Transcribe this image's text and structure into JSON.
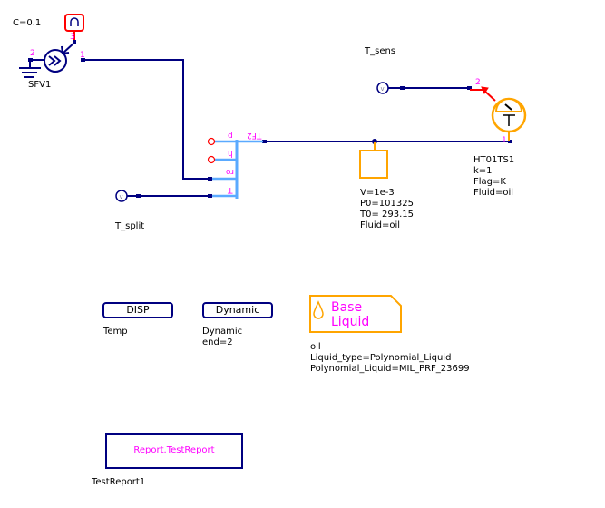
{
  "diagram": {
    "components": {
      "sfv1": {
        "name": "SFV1",
        "param": "C=0.1",
        "pins": {
          "p1": "1",
          "p2": "2",
          "p3": "3"
        }
      },
      "t_split": {
        "name": "T_split",
        "icon": "v"
      },
      "t_sens": {
        "name": "T_sens",
        "icon": "v"
      },
      "tf2": {
        "name": "TF2",
        "ports": [
          "p",
          "h",
          "ro",
          "T"
        ]
      },
      "volume": {
        "params": [
          "V=1e-3",
          "P0=101325",
          "T0= 293.15",
          "Fluid=oil"
        ]
      },
      "ht01ts1": {
        "name": "HT01TS1",
        "params": [
          "k=1",
          "Flag=K",
          "Fluid=oil"
        ],
        "pins": {
          "p1": "1",
          "p2": "2"
        }
      },
      "disp": {
        "label": "DISP",
        "name": "Temp"
      },
      "dynamic": {
        "label": "Dynamic",
        "name": "Dynamic",
        "params": [
          "end=2"
        ]
      },
      "base_liquid": {
        "label_line1": "Base",
        "label_line2": "Liquid",
        "name": "oil",
        "params": [
          "Liquid_type=Polynomial_Liquid",
          "Polynomial_Liquid=MIL_PRF_23699"
        ]
      },
      "report": {
        "label": "Report.TestReport",
        "name": "TestReport1"
      }
    },
    "colors": {
      "wire": "#000080",
      "bus": "#5aaaff",
      "accent_orange": "#ffa500",
      "signal_red": "#ff0000",
      "pin_magenta": "#ff00ff"
    }
  }
}
